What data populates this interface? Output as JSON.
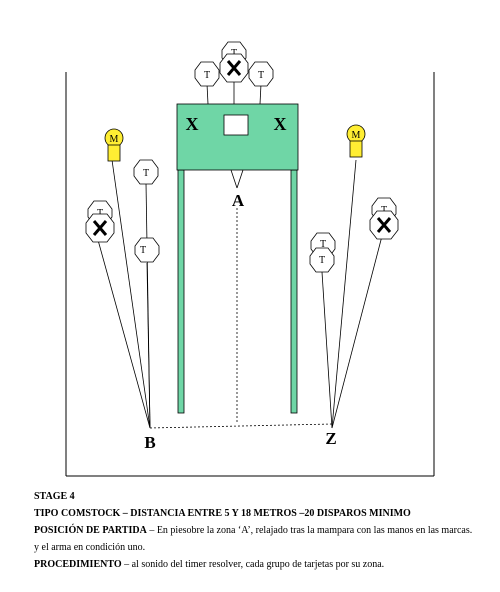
{
  "diagram": {
    "points": {
      "a": "A",
      "b": "B",
      "z": "Z"
    },
    "barricade_marks": {
      "left": "X",
      "right": "X"
    },
    "target_letter": "T",
    "popper_letter": "M",
    "colors": {
      "barricade": "#6fd6a6",
      "popper": "#ffee33",
      "line": "#000000"
    }
  },
  "caption": {
    "stage": "STAGE 4",
    "type_line": "TIPO COMSTOCK – DISTANCIA ENTRE  5 Y 18 METROS –20 DISPAROS MINIMO",
    "start_label": "POSICIÓN DE PARTIDA",
    "start_text": " – En piesobre la zona ‘A’, relajado tras la mampara con las manos en las marcas.",
    "start_text_2": "y el arma en condición uno.",
    "proc_label": "PROCEDIMIENTO",
    "proc_text": " – al sonido del timer  resolver, cada grupo de tarjetas por su zona."
  }
}
